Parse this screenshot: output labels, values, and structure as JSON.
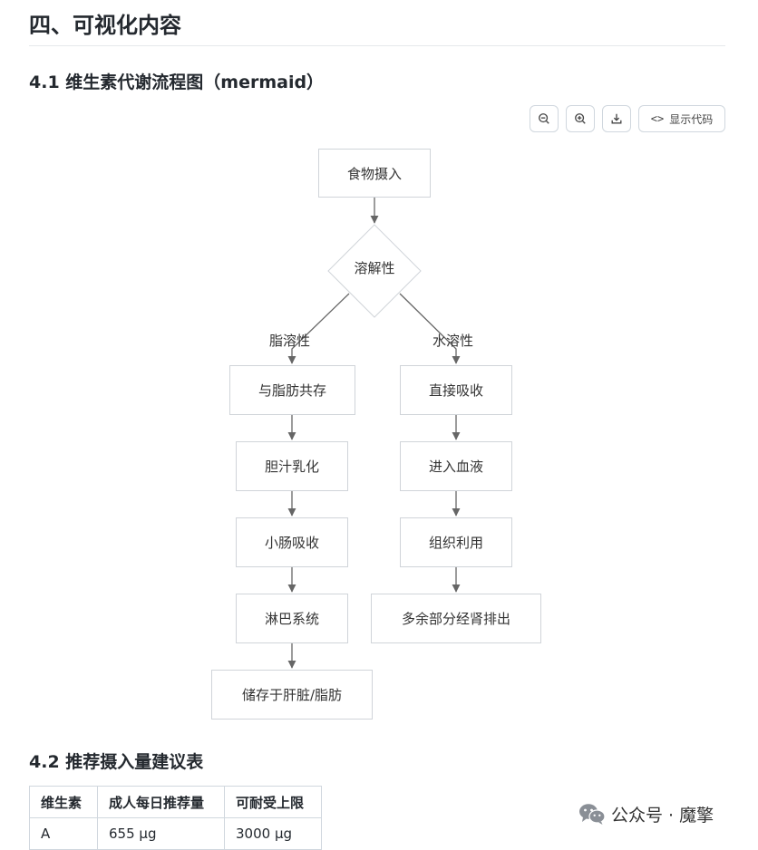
{
  "section_title": "四、可视化内容",
  "diagram": {
    "heading": "4.1 维生素代谢流程图（mermaid）",
    "toolbar": {
      "zoom_out_icon": "zoom-out-icon",
      "zoom_in_icon": "zoom-in-icon",
      "download_icon": "download-icon",
      "code_label": "显示代码"
    },
    "nodes": {
      "intake": "食物摄入",
      "solubility": "溶解性",
      "fat_coexist": "与脂肪共存",
      "bile": "胆汁乳化",
      "intestine": "小肠吸收",
      "lymph": "淋巴系统",
      "store": "储存于肝脏/脂肪",
      "direct_absorb": "直接吸收",
      "blood": "进入血液",
      "tissue": "组织利用",
      "excrete": "多余部分经肾排出"
    },
    "edge_labels": {
      "fat_soluble": "脂溶性",
      "water_soluble": "水溶性"
    }
  },
  "table": {
    "heading": "4.2 推荐摄入量建议表",
    "headers": [
      "维生素",
      "成人每日推荐量",
      "可耐受上限"
    ],
    "rows": [
      [
        "A",
        "655 μg",
        "3000 μg"
      ]
    ]
  },
  "watermark": {
    "icon": "wechat-icon",
    "text": "公众号 · 魔擎"
  }
}
